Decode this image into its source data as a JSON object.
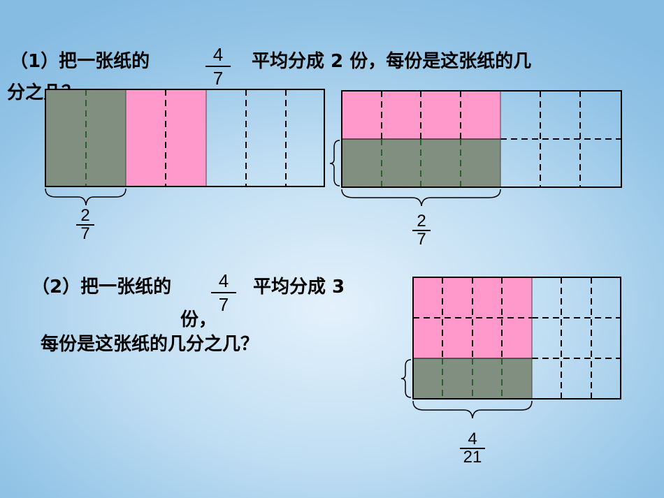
{
  "problem1": {
    "prefix": "（1）把一张纸的",
    "fraction": {
      "num": "4",
      "den": "7"
    },
    "suffix": "平均分成 2 份，每份是这张纸的几",
    "line2": "分之几？"
  },
  "problem2": {
    "prefix": "（2）把一张纸的",
    "fraction": {
      "num": "4",
      "den": "7"
    },
    "suffix": "平均分成 3",
    "line2": "份，",
    "line3": "每份是这张纸的几分之几？"
  },
  "answers": {
    "diagram1": {
      "num": "2",
      "den": "7"
    },
    "diagram2": {
      "num": "2",
      "den": "7"
    },
    "diagram3": {
      "num": "4",
      "den": "21"
    }
  },
  "colors": {
    "pink": "#ff99cc",
    "gray": "#808f80",
    "border": "#000000",
    "gray_dash": "#2e5e2e"
  }
}
